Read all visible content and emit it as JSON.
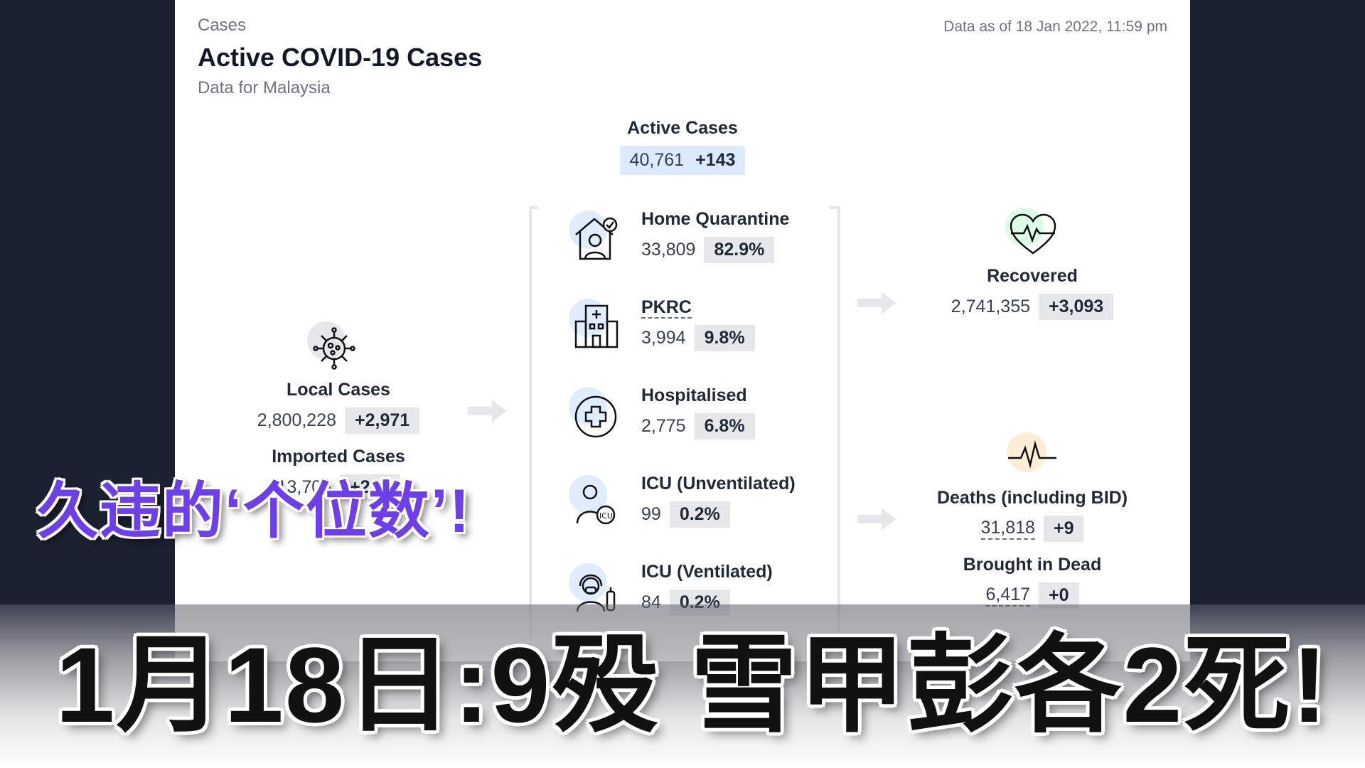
{
  "header": {
    "section": "Cases",
    "title": "Active COVID-19 Cases",
    "subtitle": "Data for Malaysia",
    "timestamp": "Data as of 18 Jan 2022, 11:59 pm"
  },
  "active": {
    "label": "Active Cases",
    "value": "40,761",
    "change": "+143"
  },
  "local": {
    "label": "Local Cases",
    "value": "2,800,228",
    "change": "+2,971",
    "icon": "virus-icon"
  },
  "imported": {
    "label": "Imported Cases",
    "value": "13,706",
    "change": "+274"
  },
  "breakdown": [
    {
      "label": "Home Quarantine",
      "value": "33,809",
      "pct": "82.9%",
      "icon": "home-quarantine-icon"
    },
    {
      "label": "PKRC",
      "value": "3,994",
      "pct": "9.8%",
      "icon": "building-icon"
    },
    {
      "label": "Hospitalised",
      "value": "2,775",
      "pct": "6.8%",
      "icon": "hospital-cross-icon"
    },
    {
      "label": "ICU (Unventilated)",
      "value": "99",
      "pct": "0.2%",
      "icon": "icu-patient-icon"
    },
    {
      "label": "ICU (Ventilated)",
      "value": "84",
      "pct": "0.2%",
      "icon": "ventilated-patient-icon"
    }
  ],
  "recovered": {
    "label": "Recovered",
    "value": "2,741,355",
    "change": "+3,093",
    "icon": "heart-pulse-icon"
  },
  "deaths": {
    "label": "Deaths (including BID)",
    "value": "31,818",
    "change": "+9",
    "icon": "pulse-line-icon"
  },
  "bid": {
    "label": "Brought in Dead",
    "value": "6,417",
    "change": "+0"
  },
  "overlay": {
    "highlight": "久违的‘个位数’!",
    "headline": "1月18日:9殁  雪甲彭各2死!"
  },
  "colors": {
    "highlight_purple": "#6d3fe6",
    "pill_grey": "#e5e7eb",
    "pill_blue": "#dbeafe",
    "background_navy": "#1b2131"
  }
}
